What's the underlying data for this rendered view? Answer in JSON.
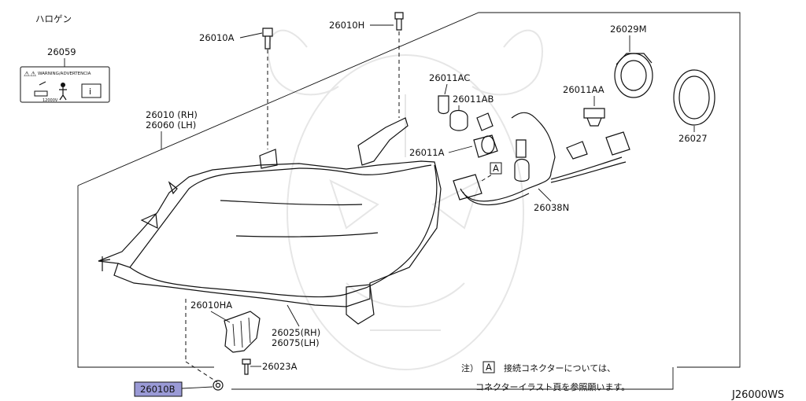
{
  "diagram": {
    "section_title": "ハロゲン",
    "diagram_code": "J26000WS",
    "labels": {
      "p26059": "26059",
      "p26010A": "26010A",
      "p26010H": "26010H",
      "p26029M": "26029M",
      "p26011AC": "26011AC",
      "p26011AB": "26011AB",
      "p26011AA": "26011AA",
      "p26027": "26027",
      "p26010_rh": "26010 (RH)",
      "p26060_lh": "26060 (LH)",
      "p26011A": "26011A",
      "p26038N": "26038N",
      "p26010HA": "26010HA",
      "p26025_rh": "26025(RH)",
      "p26075_lh": "26075(LH)",
      "p26023A": "26023A",
      "p26010B": "26010B",
      "marker_A": "A",
      "note_marker": "A"
    },
    "warning_label_text": "WARNING/ADVERTENCIA",
    "warning_label_small": "12000V",
    "note": {
      "prefix": "注）",
      "line1": "接続コネクターについては、",
      "line2": "コネクターイラスト頁を参照願います。"
    },
    "colors": {
      "highlight_fill": "#9a9ad6",
      "line": "#111111"
    }
  }
}
